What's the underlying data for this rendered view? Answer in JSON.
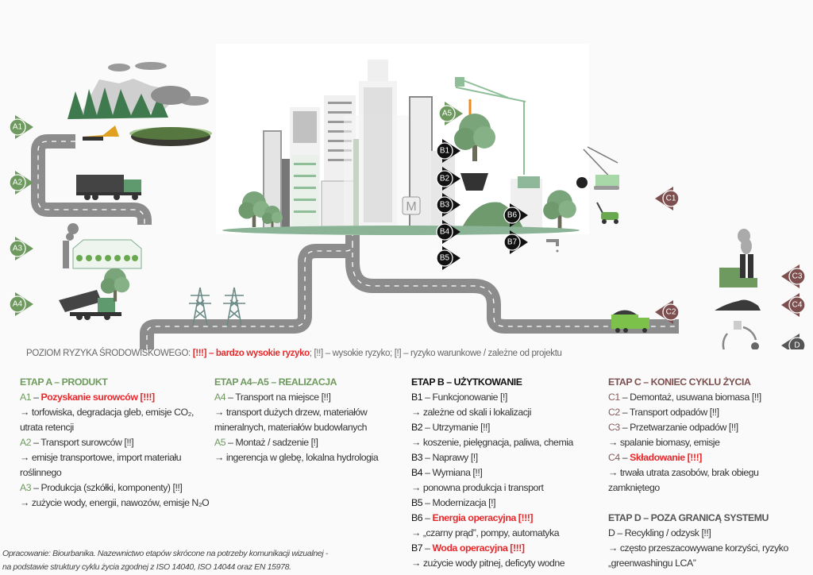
{
  "markers": {
    "A1": "A1",
    "A2": "A2",
    "A3": "A3",
    "A4": "A4",
    "A5": "A5",
    "B1": "B1",
    "B2": "B2",
    "B3": "B3",
    "B4": "B4",
    "B5": "B5",
    "B6": "B6",
    "B7": "B7",
    "C1": "C1",
    "C2": "C2",
    "C3": "C3",
    "C4": "C4",
    "D": "D",
    "metro_sign": "M"
  },
  "colors": {
    "stage_a": "#6f9a5f",
    "stage_b": "#111111",
    "stage_c": "#7d4f4f",
    "stage_d": "#555555",
    "risk_very_high": "#e8282b"
  },
  "legend": {
    "prefix": "POZIOM RYZYKA ŚRODOWISKOWEGO: ",
    "very_high": "[!!!] – bardzo wysokie ryzyko",
    "rest": "; [!!] – wysokie ryzyko; [!] – ryzyko warunkowe / zależne od projektu"
  },
  "stage_a": {
    "heading": "ETAP A – PRODUKT",
    "a1_code": "A1",
    "a1_sep": " – ",
    "a1_label": "Pozyskanie surowców [!!!]",
    "a1_desc": "→ torfowiska, degradacja gleb, emisje CO₂, utrata retencji",
    "a2_code": "A2",
    "a2_label": " – Transport surowców [!!]",
    "a2_desc": "→ emisje transportowe, import materiału roślinnego",
    "a3_code": "A3",
    "a3_label": " – Produkcja (szkółki, komponenty) [!!]",
    "a3_desc": "→ zużycie wody, energii, nawozów, emisje N₂O"
  },
  "stage_a45": {
    "heading": "ETAP A4–A5 – REALIZACJA",
    "a4_code": "A4",
    "a4_label": " – Transport na miejsce [!!]",
    "a4_desc": "→ transport dużych drzew, materiałów mineralnych, materiałów budowlanych",
    "a5_code": "A5",
    "a5_label": " – Montaż / sadzenie [!]",
    "a5_desc": "→ ingerencja w glebę, lokalna hydrologia"
  },
  "stage_b": {
    "heading": "ETAP B – UŻYTKOWANIE",
    "b1_code": "B1",
    "b1_label": " – Funkcjonowanie [!]",
    "b1_desc": "→ zależne od skali i lokalizacji",
    "b2_code": "B2",
    "b2_label": " – Utrzymanie [!!]",
    "b2_desc": "→ koszenie, pielęgnacja, paliwa, chemia",
    "b3_code": "B3",
    "b3_label": " – Naprawy [!]",
    "b4_code": "B4",
    "b4_label": " – Wymiana [!!]",
    "b4_desc": "→ ponowna produkcja i transport",
    "b5_code": "B5",
    "b5_label": " – Modernizacja [!]",
    "b6_code": "B6",
    "b6_sep": " – ",
    "b6_label": "Energia operacyjna [!!!]",
    "b6_desc": "→ „czarny prąd”, pompy, automatyka",
    "b7_code": "B7",
    "b7_sep": " – ",
    "b7_label": "Woda operacyjna [!!!]",
    "b7_desc": "→ zużycie wody pitnej, deficyty wodne"
  },
  "stage_c": {
    "heading": "ETAP C – KONIEC CYKLU ŻYCIA",
    "c1_code": "C1",
    "c1_label": " – Demontaż, usuwana biomasa [!!]",
    "c2_code": "C2",
    "c2_label": " – Transport odpadów [!!]",
    "c3_code": "C3",
    "c3_label": " – Przetwarzanie odpadów [!!]",
    "c3_desc": "→ spalanie biomasy, emisje",
    "c4_code": "C4",
    "c4_sep": " – ",
    "c4_label": "Składowanie [!!!]",
    "c4_desc": "→ trwała utrata zasobów, brak obiegu zamkniętego"
  },
  "stage_d": {
    "heading": "ETAP D – POZA GRANICĄ SYSTEMU",
    "d_label": "D – Recykling / odzysk [!!]",
    "d_desc": "→ często przeszacowywane korzyści, ryzyko „greenwashingu LCA”"
  },
  "footer": {
    "line1": "Opracowanie: Biourbanika. Nazewnictwo etapów skrócone na potrzeby komunikacji wizualnej -",
    "line2": "na podstawie struktury cyklu życia zgodnej z ISO 14040, ISO 14044 oraz EN 15978."
  }
}
